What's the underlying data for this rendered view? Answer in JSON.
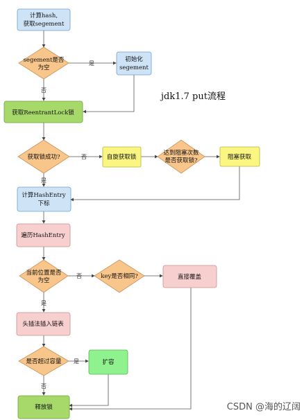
{
  "title": "jdk1.7 put流程",
  "watermark": "CSDN @海的辽阔",
  "colors": {
    "blue": "#cfe3f7",
    "blue_stroke": "#6d9ed0",
    "green": "#a6d96a",
    "green_stroke": "#6aa43a",
    "orange": "#f8c58a",
    "orange_stroke": "#c9925a",
    "yellow": "#fbf582",
    "yellow_stroke": "#b8b43d",
    "pink": "#f8cfcf",
    "pink_stroke": "#c99090",
    "lightgreen": "#8ff28f",
    "lightgreen_stroke": "#55b255"
  },
  "nodes": {
    "calc_hash": [
      "计算hash,",
      "获取segement"
    ],
    "seg_empty": [
      "segement是否",
      "为空"
    ],
    "init_seg": [
      "初始化",
      "segement"
    ],
    "get_lock": [
      "获取ReentrantLock锁"
    ],
    "lock_ok": [
      "获取锁成功?"
    ],
    "spin": [
      "自旋获取锁"
    ],
    "retry_limit": [
      "达到阻塞次数",
      "是否获取锁?"
    ],
    "block": [
      "阻塞获取"
    ],
    "calc_index": [
      "计算HashEntry",
      "下标"
    ],
    "traverse": [
      "遍历HashEntry"
    ],
    "pos_empty": [
      "当前位置是否",
      "为空"
    ],
    "key_same": [
      "key是否相同?"
    ],
    "overwrite": [
      "直接覆盖"
    ],
    "head_insert": [
      "头插法插入链表"
    ],
    "over_cap": [
      "是否超过容量"
    ],
    "resize": [
      "扩容"
    ],
    "release": [
      "释放锁"
    ]
  },
  "edge_labels": {
    "yes": "是",
    "no": "否"
  }
}
